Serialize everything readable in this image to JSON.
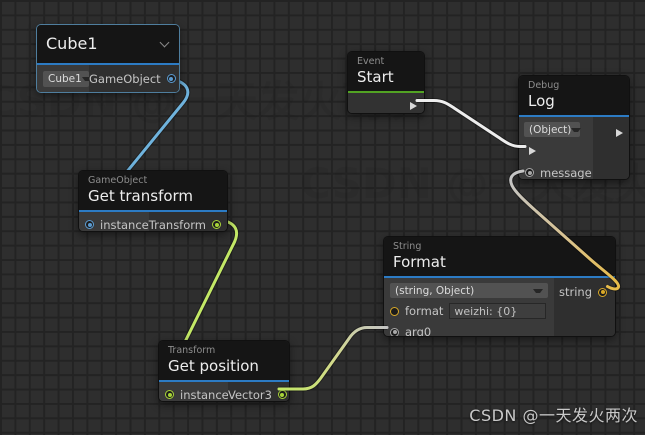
{
  "app": "unity-visual-scripting-graph",
  "watermark": "CSDN @一天发火两次",
  "icons": {
    "chevron_down": "chevron-down",
    "dropdown_arrow": "caret-down",
    "flow_port": "right-triangle"
  },
  "colors": {
    "canvas_bg": "#2e2e2e",
    "grid_line": "#232323",
    "node_header": "#151515",
    "node_body_light": "#3a3a3a",
    "node_body_dark": "#2f2f2f",
    "divider_blue": "#2c7bc4",
    "divider_green": "#52a323",
    "selection_border": "#4f7e9e",
    "port_blue": "#5b9bd1",
    "port_green": "#a8d438",
    "port_yellow": "#d9a928",
    "port_gray": "#a8a8a8",
    "wire_blue": "#6fb3dd",
    "wire_green": "#c3e866",
    "wire_white": "#ededed"
  },
  "nodes": {
    "cube1": {
      "title": "Cube1",
      "value": "Cube1",
      "output_label": "GameObject"
    },
    "start": {
      "category": "Event",
      "title": "Start"
    },
    "log": {
      "category": "Debug",
      "title": "Log",
      "overload": "(Object)",
      "message_label": "message"
    },
    "get_transform": {
      "category": "GameObject",
      "title": "Get transform",
      "input_label": "instance",
      "output_label": "Transform"
    },
    "format": {
      "category": "String",
      "title": "Format",
      "overload": "(string, Object)",
      "format_label": "format",
      "format_value": "weizhi: {0}",
      "arg0_label": "arg0",
      "output_label": "string"
    },
    "get_position": {
      "category": "Transform",
      "title": "Get position",
      "input_label": "instance",
      "output_label": "Vector3"
    }
  }
}
